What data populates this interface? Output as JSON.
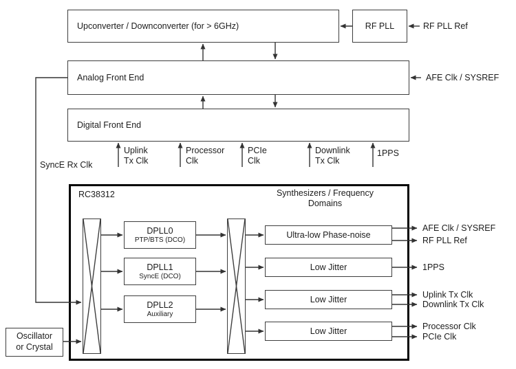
{
  "blocks": {
    "upconverter": "Upconverter / Downconverter (for > 6GHz)",
    "rf_pll": "RF PLL",
    "analog_front_end": "Analog Front End",
    "digital_front_end": "Digital Front End",
    "oscillator": "Oscillator\nor Crystal"
  },
  "chip": {
    "name": "RC38312",
    "title": "Synthesizers / Frequency\nDomains",
    "dplls": [
      {
        "name": "DPLL0",
        "desc": "PTP/BTS (DCO)"
      },
      {
        "name": "DPLL1",
        "desc": "SyncE (DCO)"
      },
      {
        "name": "DPLL2",
        "desc": "Auxiliary"
      }
    ],
    "synth_domains": [
      "Ultra-low Phase-noise",
      "Low Jitter",
      "Low Jitter",
      "Low Jitter"
    ]
  },
  "input_labels": {
    "rf_pll_ref": "RF PLL Ref",
    "afe_clk_sysref": "AFE Clk / SYSREF",
    "synce_rx_clk": "SyncE Rx Clk",
    "uplink_tx_clk": "Uplink\nTx Clk",
    "processor_clk": "Processor\nClk",
    "pcie_clk": "PCIe\nClk",
    "downlink_tx_clk": "Downlink\nTx Clk",
    "one_pps": "1PPS"
  },
  "output_labels": {
    "afe_clk_sysref": "AFE Clk / SYSREF",
    "rf_pll_ref": "RF PLL Ref",
    "one_pps": "1PPS",
    "uplink_tx_clk": "Uplink Tx Clk",
    "downlink_tx_clk": "Downlink Tx Clk",
    "processor_clk": "Processor Clk",
    "pcie_clk": "PCIe Clk"
  }
}
